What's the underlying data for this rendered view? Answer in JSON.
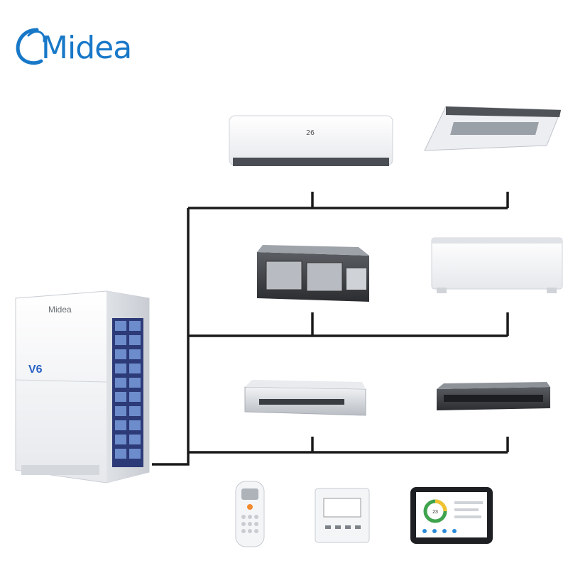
{
  "brand": {
    "logo_text": "Midea",
    "outdoor_unit_label": "Midea",
    "outdoor_unit_badge": "V6",
    "accent_color": "#1878c8"
  },
  "diagram": {
    "outdoor_unit": "vrf-outdoor-unit",
    "indoor_units": [
      "wall-mounted-split",
      "one-way-cassette",
      "high-static-duct",
      "floor-console",
      "slim-duct-silver",
      "slim-duct-dark"
    ],
    "controllers": [
      "remote-controller",
      "wired-controller",
      "touch-screen-controller"
    ],
    "wall_unit_display": "26",
    "touch_screen_value": "23"
  }
}
